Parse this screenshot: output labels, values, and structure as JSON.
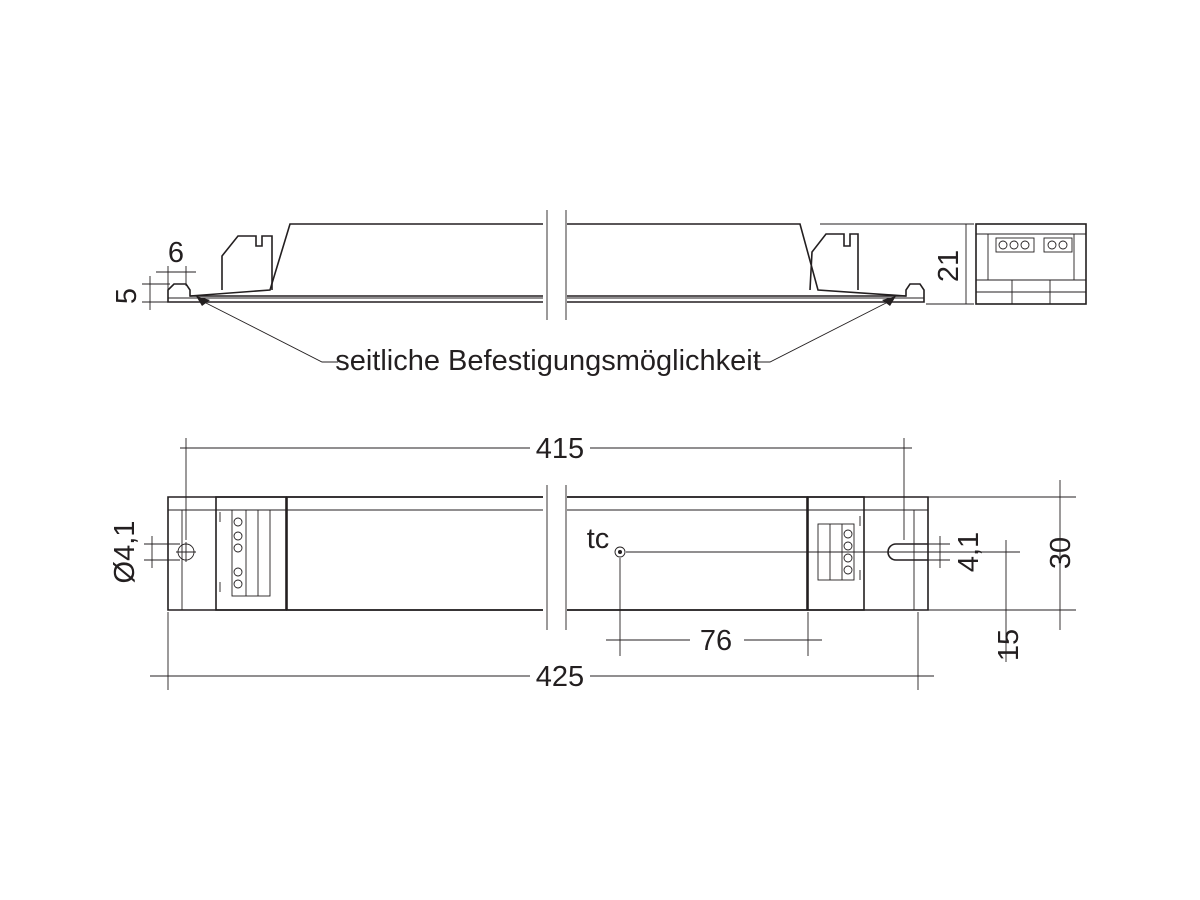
{
  "labels": {
    "side_fixing": "seitliche Befestigungsmöglichkeit",
    "tc": "tc"
  },
  "dimensions": {
    "tab_width": "6",
    "tab_height": "5",
    "height": "21",
    "mount_distance": "415",
    "overall_length": "425",
    "hole_diameter": "Ø4,1",
    "slot_width": "4,1",
    "width": "30",
    "tc_distance": "76",
    "tc_offset": "15"
  }
}
